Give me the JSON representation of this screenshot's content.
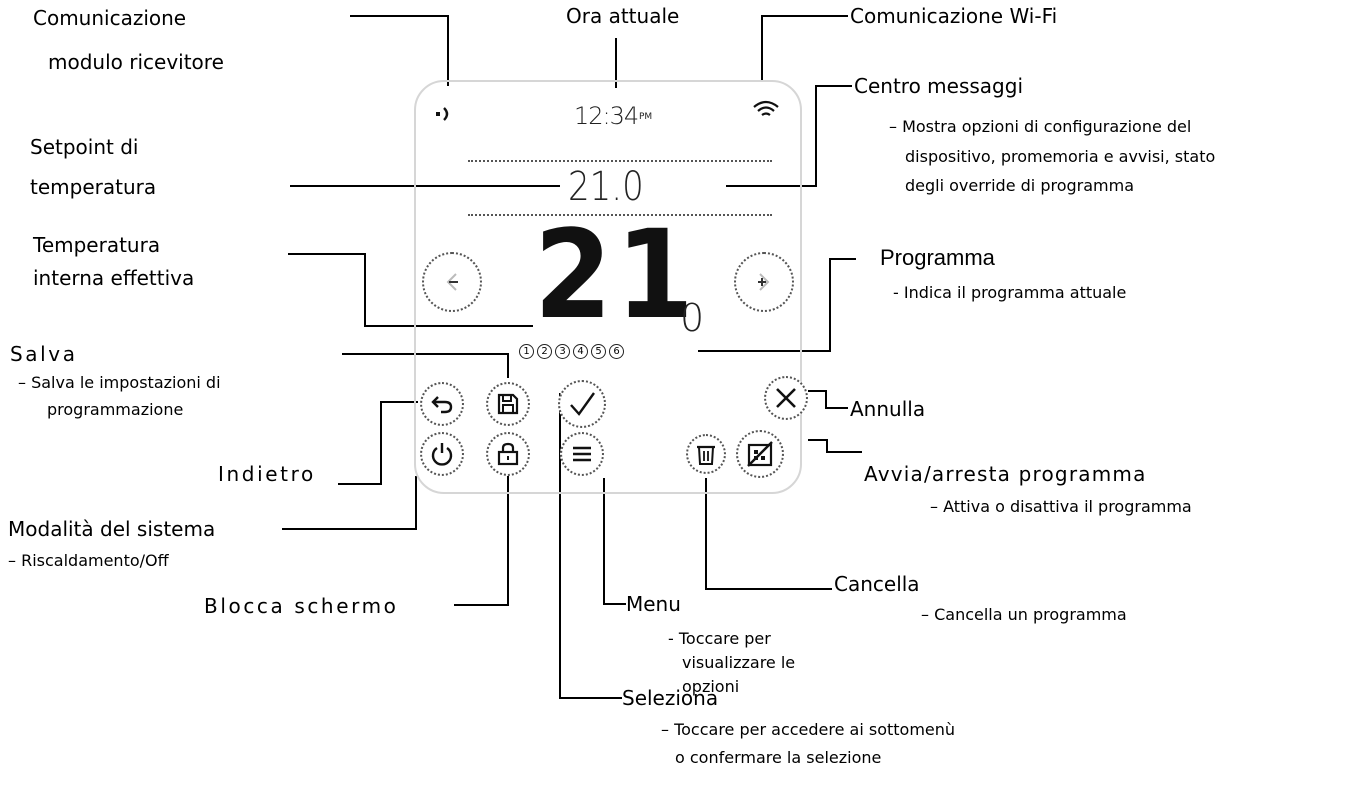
{
  "display": {
    "time": "12:34",
    "time_suffix": "PM",
    "setpoint": "21.0",
    "temp_whole": "21",
    "temp_decimal": "0",
    "programs": [
      "1",
      "2",
      "3",
      "4",
      "5",
      "6"
    ]
  },
  "labels": {
    "ricevitore_l1": "Comunicazione",
    "ricevitore_l2": "modulo ricevitore",
    "ora": "Ora attuale",
    "wifi": "Comunicazione Wi-Fi",
    "centro": "Centro messaggi",
    "centro_desc_l1": "– Mostra opzioni di configurazione del",
    "centro_desc_l2": "dispositivo, promemoria e avvisi, stato",
    "centro_desc_l3": "degli override di programma",
    "setpoint_l1": "Setpoint di",
    "setpoint_l2": "temperatura",
    "temp_l1": "Temperatura",
    "temp_l2": "interna effettiva",
    "programma": "Programma",
    "programma_desc": "- Indica il programma attuale",
    "salva": "Salva",
    "salva_desc_l1": "–  Salva le impostazioni di",
    "salva_desc_l2": "programmazione",
    "annulla": "Annulla",
    "indietro": "Indietro",
    "avvia": "Avvia/arresta programma",
    "avvia_desc": "–   Attiva o disattiva il programma",
    "modalita": "Modalità del sistema",
    "modalita_desc": "– Riscaldamento/Off",
    "cancella": "Cancella",
    "cancella_desc": "–  Cancella un programma",
    "blocca": "Blocca schermo",
    "menu": "Menu",
    "menu_desc_l1": "- Toccare per",
    "menu_desc_l2": "visualizzare le",
    "menu_desc_l3": "opzioni",
    "seleziona": "Seleziona",
    "seleziona_desc_l1": "– Toccare per accedere ai sottomenù",
    "seleziona_desc_l2": "o confermare la selezione"
  }
}
